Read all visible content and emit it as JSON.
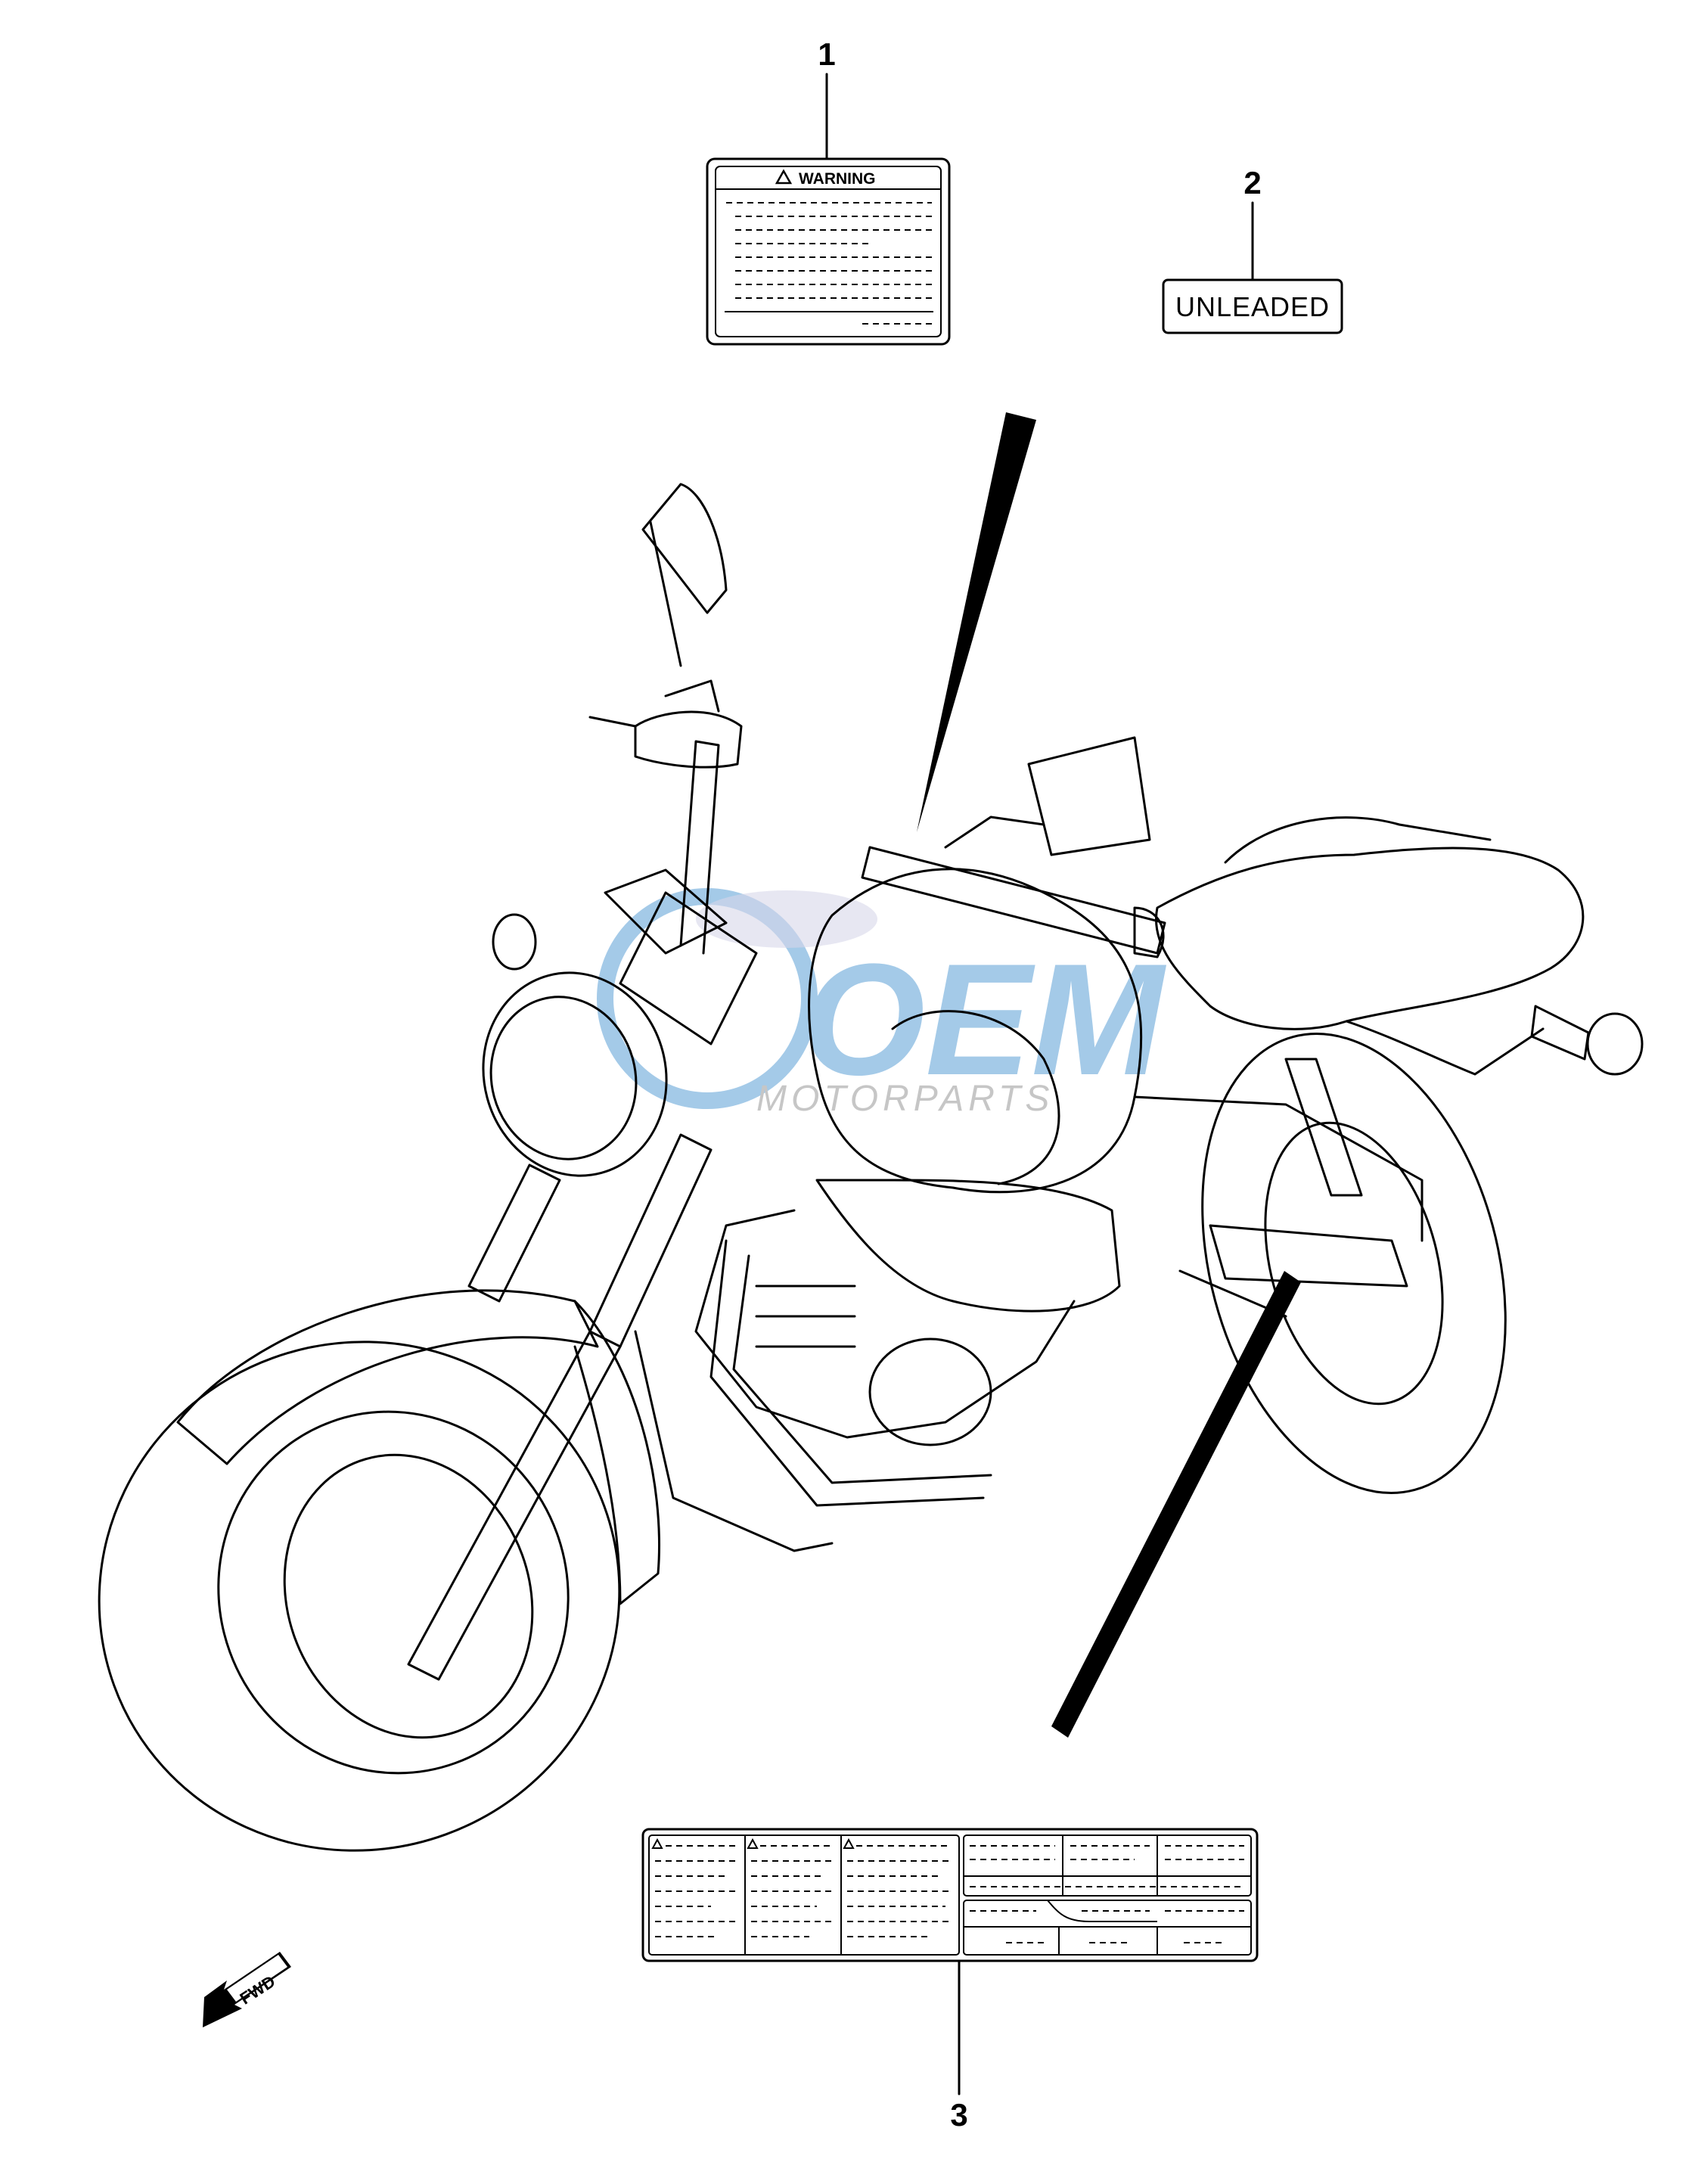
{
  "callouts": [
    {
      "number": "1",
      "label_text": "WARNING"
    },
    {
      "number": "2",
      "label_text": "UNLEADED"
    },
    {
      "number": "3",
      "label_text": ""
    }
  ],
  "watermark": {
    "brand": "OEM",
    "sub": "MOTORPARTS"
  },
  "direction": {
    "text": "FWD"
  },
  "colors": {
    "ink": "#000000",
    "watermark_blue": "#5a9fd6",
    "watermark_grey": "#b8b8d8"
  }
}
